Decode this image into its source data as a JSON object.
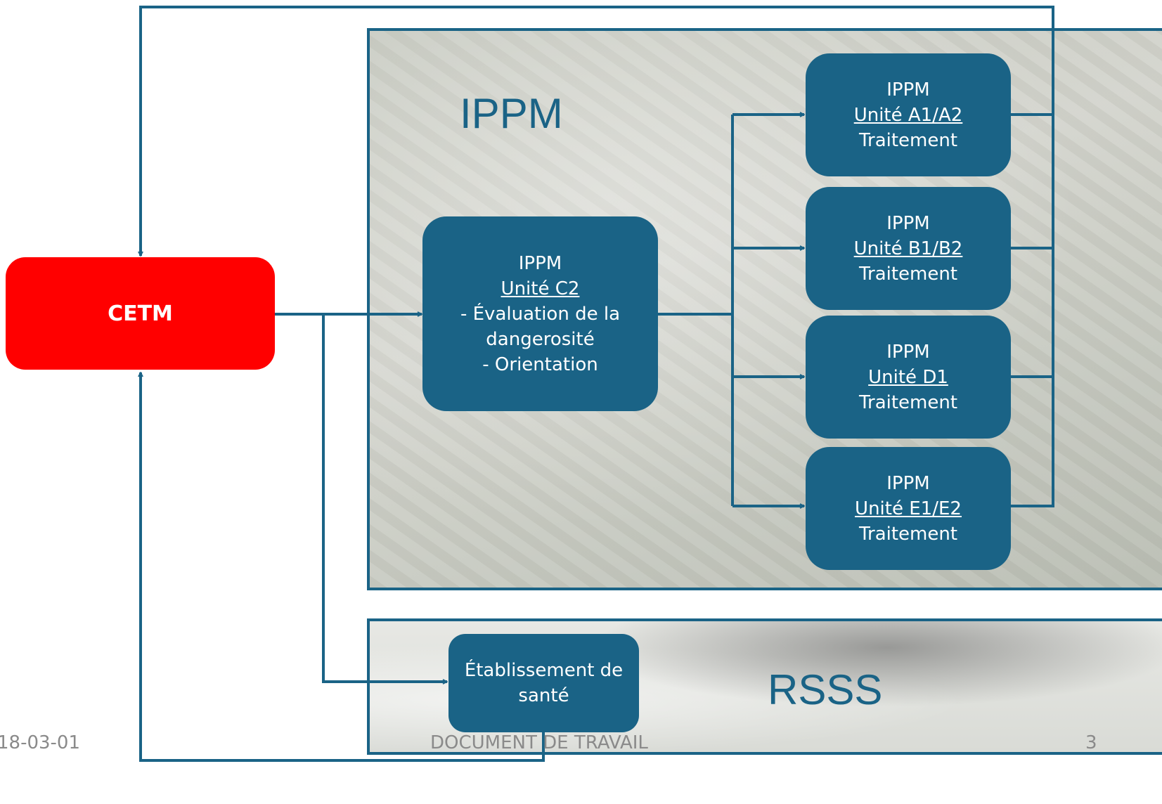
{
  "cetm": {
    "label": "CETM"
  },
  "ippm_panel": {
    "title": "IPPM"
  },
  "rsss_panel": {
    "title": "RSSS"
  },
  "unit_c2": {
    "line1": "IPPM",
    "line2": "Unité C2",
    "line3": "- Évaluation de la",
    "line4": "dangerosité",
    "line5": "- Orientation"
  },
  "treatment_units": [
    {
      "line1": "IPPM",
      "line2": "Unité A1/A2",
      "line3": "Traitement"
    },
    {
      "line1": "IPPM",
      "line2": "Unité B1/B2",
      "line3": "Traitement"
    },
    {
      "line1": "IPPM",
      "line2": "Unité D1",
      "line3": "Traitement"
    },
    {
      "line1": "IPPM",
      "line2": "Unité E1/E2",
      "line3": "Traitement"
    }
  ],
  "etablissement": {
    "line1": "Établissement de",
    "line2": "santé"
  },
  "footer": {
    "date": "18-03-01",
    "center": "DOCUMENT DE TRAVAIL",
    "page": "3"
  },
  "colors": {
    "accent": "#1a6386",
    "cetm": "#ff0000"
  }
}
